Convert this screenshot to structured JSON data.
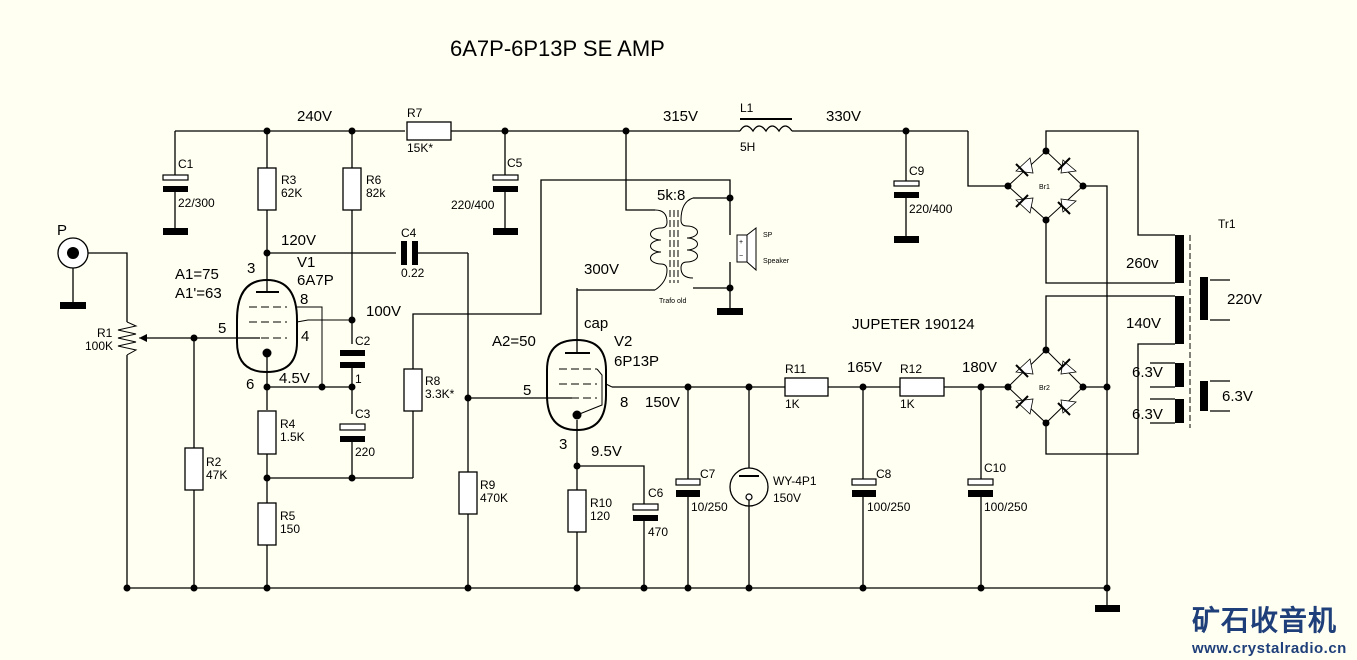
{
  "title": "6A7P-6P13P  SE AMP",
  "author_note": "JUPETER 190124",
  "input": {
    "label": "P"
  },
  "voltages": {
    "v240": "240V",
    "v315": "315V",
    "v330": "330V",
    "v120": "120V",
    "v100": "100V",
    "v4_5": "4.5V",
    "v300": "300V",
    "v150": "150V",
    "v9_5": "9.5V",
    "v165": "165V",
    "v180": "180V"
  },
  "gains": {
    "a1": "A1=75",
    "a1p": "A1'=63",
    "a2": "A2=50"
  },
  "tubes": {
    "v1": {
      "ref": "V1",
      "type": "6A7P",
      "pins": {
        "anode": "3",
        "g2": "8",
        "g1": "5",
        "g3": "4",
        "cathode": "6"
      }
    },
    "v2": {
      "ref": "V2",
      "type": "6P13P",
      "cap": "cap",
      "pins": {
        "grid": "5",
        "screen": "8",
        "cathode": "3"
      }
    },
    "reg": {
      "ref": "WY-4P1",
      "value": "150V"
    }
  },
  "resistors": [
    {
      "ref": "R1",
      "value": "100K"
    },
    {
      "ref": "R2",
      "value": "47K"
    },
    {
      "ref": "R3",
      "value": "62K"
    },
    {
      "ref": "R4",
      "value": "1.5K"
    },
    {
      "ref": "R5",
      "value": "150"
    },
    {
      "ref": "R6",
      "value": "82k"
    },
    {
      "ref": "R7",
      "value": "15K*"
    },
    {
      "ref": "R8",
      "value": "3.3K*"
    },
    {
      "ref": "R9",
      "value": "470K"
    },
    {
      "ref": "R10",
      "value": "120"
    },
    {
      "ref": "R11",
      "value": "1K"
    },
    {
      "ref": "R12",
      "value": "1K"
    }
  ],
  "capacitors": [
    {
      "ref": "C1",
      "value": "22/300"
    },
    {
      "ref": "C2",
      "value": "1"
    },
    {
      "ref": "C3",
      "value": "220"
    },
    {
      "ref": "C4",
      "value": "0.22"
    },
    {
      "ref": "C5",
      "value": "220/400"
    },
    {
      "ref": "C6",
      "value": "470"
    },
    {
      "ref": "C7",
      "value": "10/250"
    },
    {
      "ref": "C8",
      "value": "100/250"
    },
    {
      "ref": "C9",
      "value": "220/400"
    },
    {
      "ref": "C10",
      "value": "100/250"
    }
  ],
  "inductor": {
    "ref": "L1",
    "value": "5H"
  },
  "output_transformer": {
    "ratio": "5k:8",
    "name": "Trafo old"
  },
  "speaker": {
    "ref": "SP",
    "name": "Speaker",
    "plus": "+",
    "minus": "−"
  },
  "bridges": {
    "br1": "Br1",
    "br2": "Br2"
  },
  "power_transformer": {
    "ref": "Tr1",
    "primary": "220V",
    "secondaries": [
      "260v",
      "140V",
      "6.3V",
      "6.3V"
    ],
    "heater_out": "6.3V"
  },
  "watermark": {
    "brand": "矿石收音机",
    "url": "www.crystalradio.cn"
  }
}
